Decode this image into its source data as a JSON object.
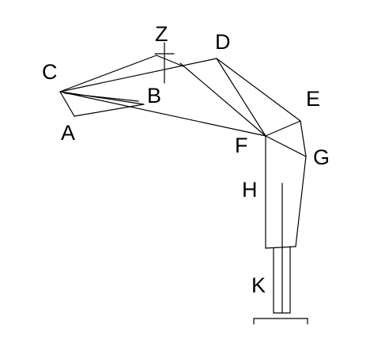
{
  "labels": {
    "A": "A",
    "B": "B",
    "C": "C",
    "D": "D",
    "E": "E",
    "F": "F",
    "G": "G",
    "H": "H",
    "K": "K",
    "Z": "Z"
  },
  "colors": {
    "line": "#000000",
    "background": "#ffffff"
  }
}
